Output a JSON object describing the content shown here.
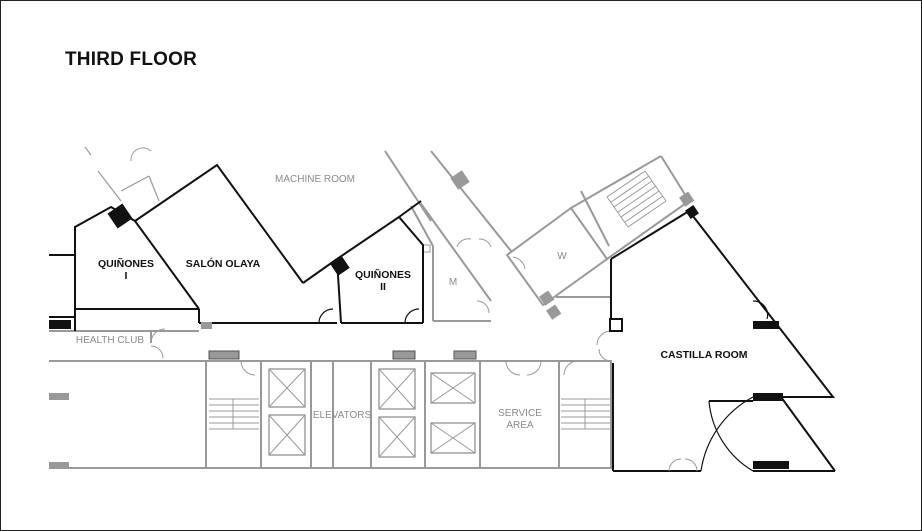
{
  "map": {
    "title": "THIRD FLOOR",
    "rooms": {
      "quinones_1_line1": "QUIÑONES",
      "quinones_1_line2": "I",
      "salon_olaya": "SALÓN OLAYA",
      "machine_room": "MACHINE ROOM",
      "quinones_2_line1": "QUIÑONES",
      "quinones_2_line2": "II",
      "m": "M",
      "w": "W",
      "castilla_room": "CASTILLA ROOM",
      "health_club": "HEALTH CLUB",
      "elevators": "ELEVATORS",
      "service_area_line1": "SERVICE",
      "service_area_line2": "AREA"
    },
    "colors": {
      "walls_primary": "#111111",
      "walls_secondary": "#999999",
      "background": "#ffffff"
    }
  }
}
